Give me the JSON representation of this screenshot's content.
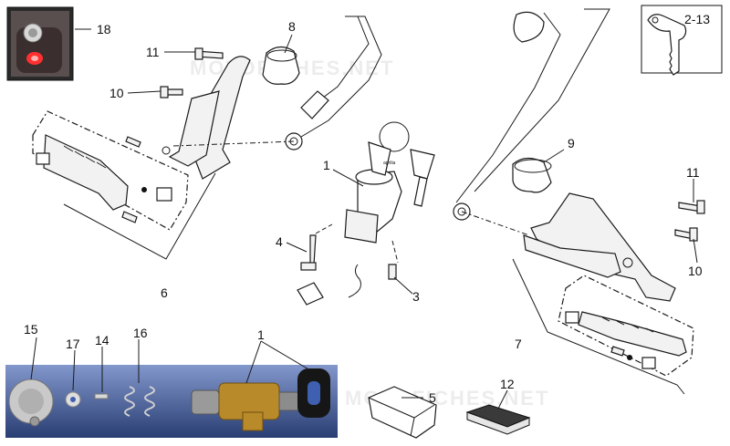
{
  "watermarks": [
    "MOTOFICHES.NET",
    "MOTOFICHES.NET"
  ],
  "callouts": {
    "c1": "1",
    "c1b": "1",
    "c2_13": "2-13",
    "c3": "3",
    "c4": "4",
    "c5": "5",
    "c6": "6",
    "c7": "7",
    "c8": "8",
    "c9": "9",
    "c10a": "10",
    "c10b": "10",
    "c11a": "11",
    "c11b": "11",
    "c12": "12",
    "c14": "14",
    "c15": "15",
    "c16": "16",
    "c17": "17",
    "c18": "18"
  },
  "key_brand": "aprilia",
  "colors": {
    "photo_panel": "#3f5fb0",
    "indicator_light": "#e01818",
    "brass": "#b98a2a",
    "key_black": "#161616"
  }
}
